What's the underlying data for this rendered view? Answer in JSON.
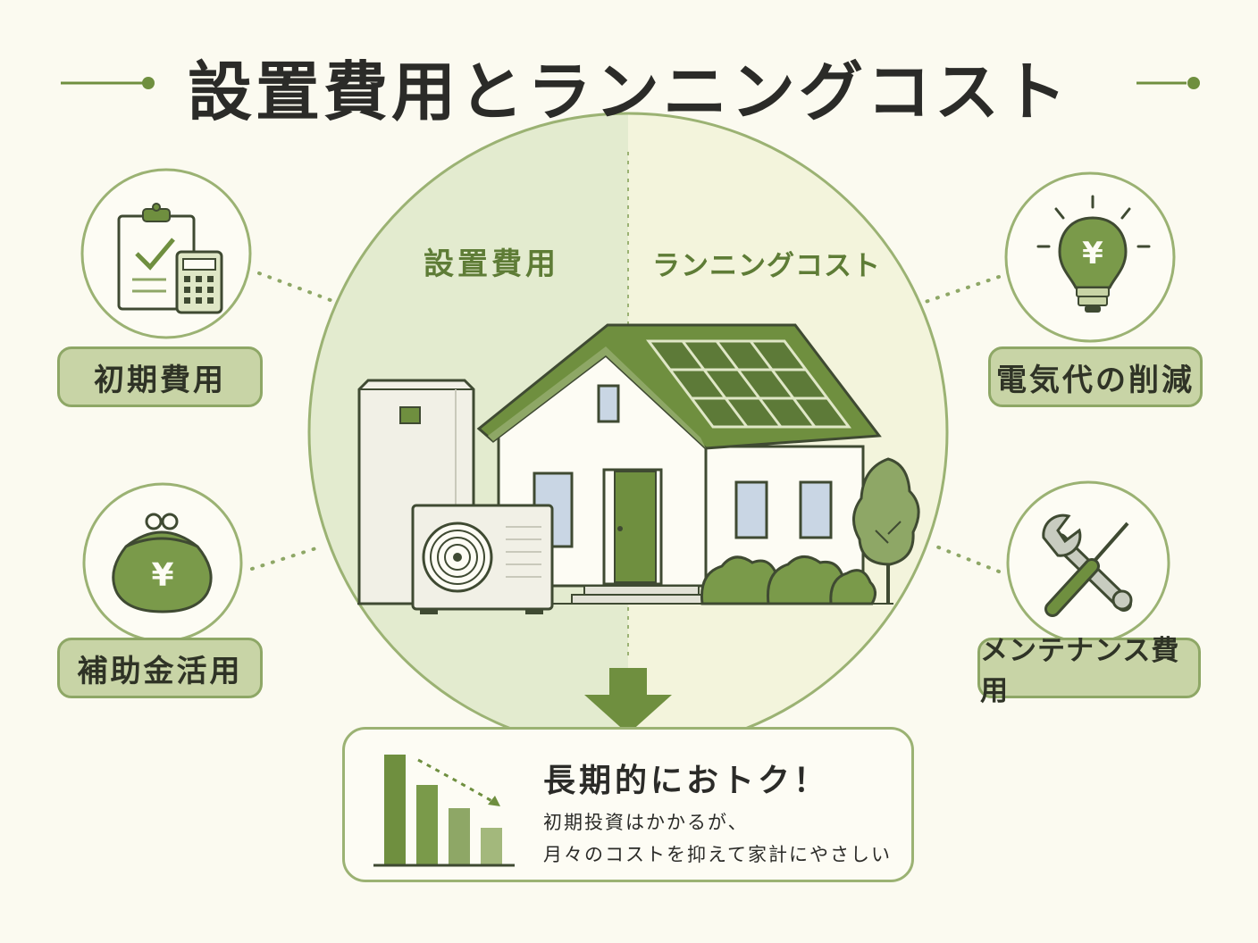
{
  "title": "設置費用とランニングコスト",
  "center": {
    "left_label": "設置費用",
    "right_label": "ランニングコスト"
  },
  "left_items": [
    {
      "label": "初期費用",
      "icon": "clipboard-calculator-icon"
    },
    {
      "label": "補助金活用",
      "icon": "coin-purse-yen-icon"
    }
  ],
  "right_items": [
    {
      "label": "電気代の削減",
      "icon": "lightbulb-yen-icon",
      "symbol": "¥"
    },
    {
      "label": "メンテナンス費用",
      "icon": "wrench-screwdriver-icon"
    }
  ],
  "purse_symbol": "¥",
  "result": {
    "title": "長期的におトク！",
    "line1": "初期投資はかかるが、",
    "line2": "月々のコストを抑えて家計にやさしい",
    "icon": "decreasing-bar-chart-icon"
  },
  "colors": {
    "accent": "#6f8f3f",
    "light_green": "#c8d4a6",
    "background": "#fbfaf0",
    "text": "#2b2b28"
  }
}
